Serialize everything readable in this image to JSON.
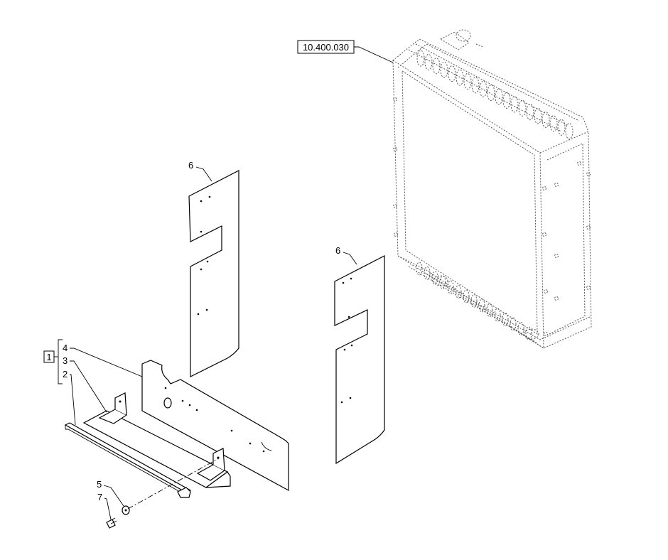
{
  "callouts": {
    "ref_box": "10.400.030",
    "group": "1",
    "item_4": "4",
    "item_3": "3",
    "item_2": "2",
    "item_6_left": "6",
    "item_6_right": "6",
    "item_5": "5",
    "item_7": "7"
  },
  "colors": {
    "line": "#000000",
    "ghost": "#555555",
    "background": "#ffffff"
  }
}
